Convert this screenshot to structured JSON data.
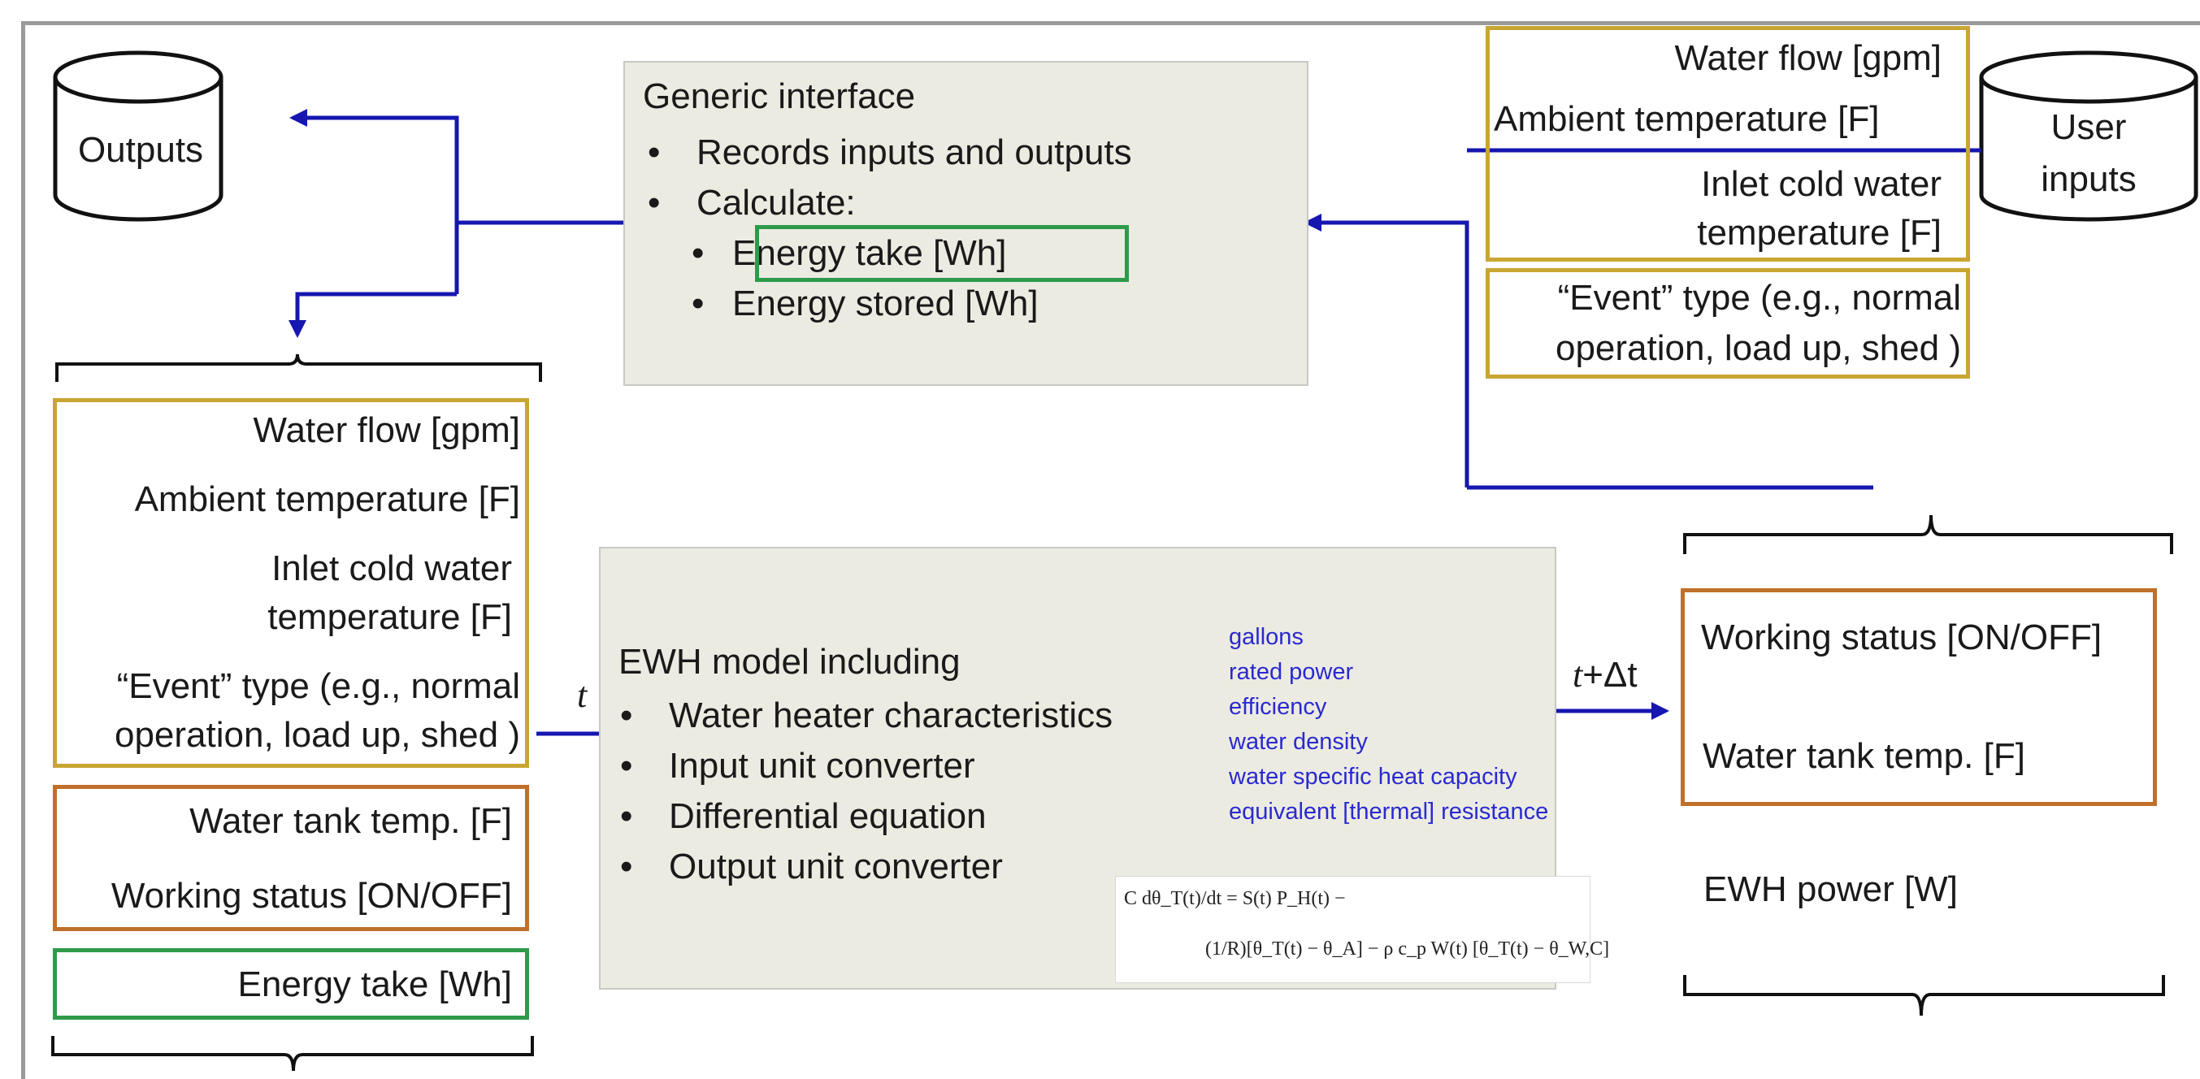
{
  "outputs_cylinder": {
    "label": "Outputs"
  },
  "user_inputs_cylinder": {
    "label_line1": "User",
    "label_line2": "inputs"
  },
  "generic_interface": {
    "title": "Generic interface",
    "bullets": [
      "Records inputs and outputs",
      "Calculate:"
    ],
    "sub_bullets": [
      "Energy take [Wh]",
      "Energy stored [Wh]"
    ]
  },
  "user_input_list": {
    "water_flow": "Water flow [gpm]",
    "ambient_temp": "Ambient temperature [F]",
    "inlet_line1": "Inlet cold water",
    "inlet_line2": "temperature [F]",
    "event_line1": "“Event” type (e.g., normal",
    "event_line2": "operation, load up, shed )"
  },
  "left_inputs": {
    "water_flow": "Water flow [gpm]",
    "ambient_temp": "Ambient temperature [F]",
    "inlet_line1": "Inlet cold water",
    "inlet_line2": "temperature [F]",
    "event_line1": "“Event” type (e.g., normal",
    "event_line2": "operation, load up, shed )"
  },
  "left_states": {
    "tank_temp": "Water tank temp. [F]",
    "working_status": "Working status [ON/OFF]"
  },
  "left_energy": {
    "energy_take": "Energy take [Wh]"
  },
  "ewh_model": {
    "title": "EWH model including",
    "bullets": [
      "Water heater characteristics",
      "Input unit converter",
      "Differential equation",
      "Output unit converter"
    ],
    "params": [
      "gallons",
      "rated power",
      "efficiency",
      "water density",
      "water specific heat capacity",
      "equivalent [thermal] resistance"
    ]
  },
  "time_labels": {
    "t_in": "t",
    "t_out_italic": "t",
    "t_out_rest": "+Δt"
  },
  "right_states": {
    "working_status": "Working status [ON/OFF]",
    "tank_temp": "Water tank temp. [F]"
  },
  "right_power": {
    "ewh_power": "EWH power [W]"
  },
  "equation": {
    "line1": "C dθ_T(t)/dt = S(t) P_H(t) −",
    "line2": "(1/R)[θ_T(t) − θ_A] − ρ c_p W(t) [θ_T(t) − θ_W,C]"
  },
  "colors": {
    "arrow": "#1616b0",
    "gold": "#c9a532",
    "orange": "#c0702a",
    "green": "#2e9a4a",
    "param_text": "#2a2ad0"
  }
}
